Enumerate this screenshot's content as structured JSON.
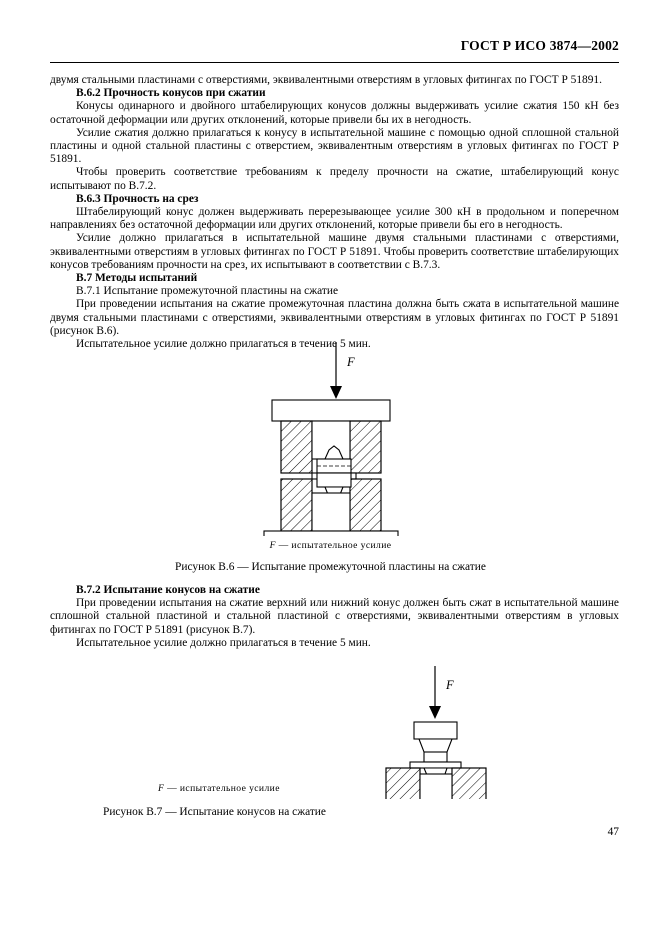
{
  "header": {
    "standard_code": "ГОСТ Р ИСО 3874—2002"
  },
  "body": {
    "para_continuation": "двумя стальными пластинами с отверстиями, эквивалентными отверстиям в угловых фитингах по ГОСТ Р 51891.",
    "heading_b62": "B.6.2  Прочность конусов при сжатии",
    "para_b62_1": "Конусы одинарного и двойного штабелирующих конусов должны выдерживать усилие сжатия 150 кН без остаточной деформации или других отклонений, которые привели бы их в негодность.",
    "para_b62_2": "Усилие сжатия должно прилагаться к конусу в испытательной машине с помощью одной сплошной стальной пластины и одной стальной пластины с отверстием, эквивалентным отверстиям в угловых фитингах по ГОСТ Р 51891.",
    "para_b62_3": "Чтобы проверить соответствие требованиям к пределу прочности на сжатие, штабелирующий конус испытывают по B.7.2.",
    "heading_b63": "B.6.3  Прочность на срез",
    "para_b63_1": "Штабелирующий конус должен выдерживать перерезывающее усилие 300 кН в продольном и поперечном направлениях без остаточной деформации или других отклонений, которые привели бы его в негодность.",
    "para_b63_2": "Усилие должно прилагаться в испытательной машине двумя стальными пластинами с отверстиями, эквивалентными отверстиям в угловых фитингах по ГОСТ Р 51891. Чтобы проверить соответствие штабелирующих конусов требованиям прочности на срез, их испытывают в соответствии с B.7.3.",
    "heading_b7": "B.7  Методы испытаний",
    "heading_b71": "B.7.1  Испытание промежуточной пластины на сжатие",
    "para_b71_1": "При проведении испытания на сжатие промежуточная пластина должна быть сжата в испытательной машине двумя стальными пластинами с отверстиями, эквивалентными отверстиям в угловых фитингах по ГОСТ Р 51891 (рисунок B.6).",
    "para_b71_2": "Испытательное усилие должно прилагаться в течение 5 мин.",
    "heading_b72": "B.7.2  Испытание конусов на сжатие",
    "para_b72_1": "При проведении испытания на сжатие верхний или нижний конус должен быть сжат в испытательной машине сплошной стальной пластиной и стальной пластиной с отверстиями, эквивалентными отверстиям в угловых фитингах по ГОСТ Р 51891 (рисунок B.7).",
    "para_b72_2": "Испытательное усилие должно прилагаться в течение 5 мин."
  },
  "figure_b6": {
    "force_label": "F",
    "legend_symbol": "F",
    "legend_text": "— испытательное усилие",
    "caption": "Рисунок B.6 — Испытание промежуточной пластины на сжатие"
  },
  "figure_b7": {
    "force_label": "F",
    "legend_symbol": "F",
    "legend_text": "— испытательное усилие",
    "caption": "Рисунок B.7 — Испытание конусов на сжатие"
  },
  "footer": {
    "page_number": "47"
  }
}
